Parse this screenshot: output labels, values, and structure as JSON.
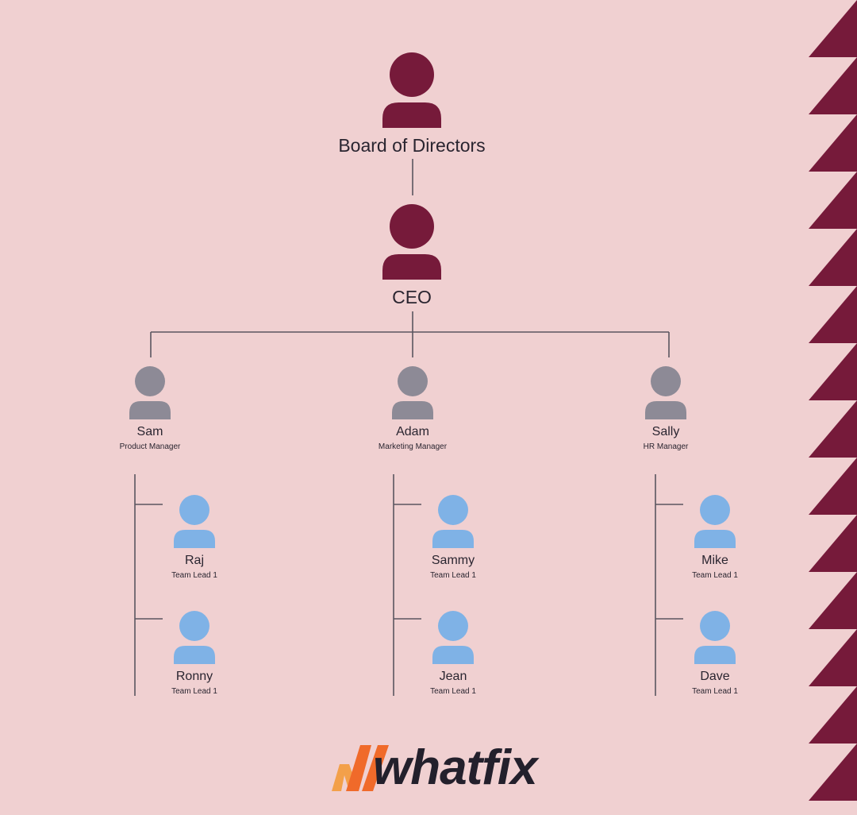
{
  "colors": {
    "background": "#f0d0d1",
    "top_level_icon": "#761a3a",
    "manager_icon": "#8d8a96",
    "lead_icon": "#7fb2e6",
    "connector": "#5a5560",
    "triangles": "#761a3a",
    "logo_orange": "#f06a2a",
    "logo_amber": "#f3a04a",
    "logo_dark": "#23202c"
  },
  "board": {
    "name": "Board of Directors",
    "icon": "person-icon"
  },
  "ceo": {
    "name": "CEO",
    "icon": "person-icon"
  },
  "managers": [
    {
      "name": "Sam",
      "role": "Product Manager",
      "leads": [
        {
          "name": "Raj",
          "role": "Team Lead 1"
        },
        {
          "name": "Ronny",
          "role": "Team Lead 1"
        }
      ]
    },
    {
      "name": "Adam",
      "role": "Marketing Manager",
      "leads": [
        {
          "name": "Sammy",
          "role": "Team Lead 1"
        },
        {
          "name": "Jean",
          "role": "Team Lead 1"
        }
      ]
    },
    {
      "name": "Sally",
      "role": "HR Manager",
      "leads": [
        {
          "name": "Mike",
          "role": "Team Lead 1"
        },
        {
          "name": "Dave",
          "role": "Team Lead 1"
        }
      ]
    }
  ],
  "logo": {
    "text": "whatfix"
  }
}
